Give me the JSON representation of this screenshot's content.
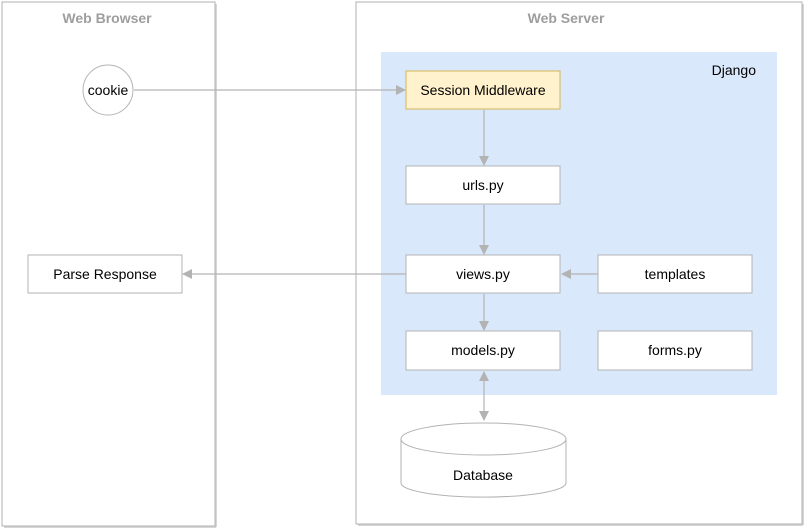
{
  "diagram": {
    "lanes": {
      "browser": {
        "title": "Web Browser"
      },
      "server": {
        "title": "Web Server"
      }
    },
    "django": {
      "title": "Django"
    },
    "nodes": {
      "cookie": "cookie",
      "session_middleware": "Session Middleware",
      "urls": "urls.py",
      "views": "views.py",
      "templates": "templates",
      "models": "models.py",
      "forms": "forms.py",
      "parse_response": "Parse Response",
      "database": "Database"
    },
    "edges": [
      {
        "from": "cookie",
        "to": "session_middleware"
      },
      {
        "from": "session_middleware",
        "to": "urls"
      },
      {
        "from": "urls",
        "to": "views"
      },
      {
        "from": "templates",
        "to": "views"
      },
      {
        "from": "views",
        "to": "parse_response"
      },
      {
        "from": "views",
        "to": "models"
      },
      {
        "from": "models",
        "to": "database",
        "bidirectional": true
      }
    ],
    "colors": {
      "lane_border": "#b0b0b0",
      "lane_title": "#9e9e9e",
      "django_fill": "#dae8fc",
      "node_border": "#b3b3b3",
      "middleware_fill": "#fff2cc",
      "middleware_border": "#d6b656",
      "edge": "#b3b3b3"
    }
  }
}
